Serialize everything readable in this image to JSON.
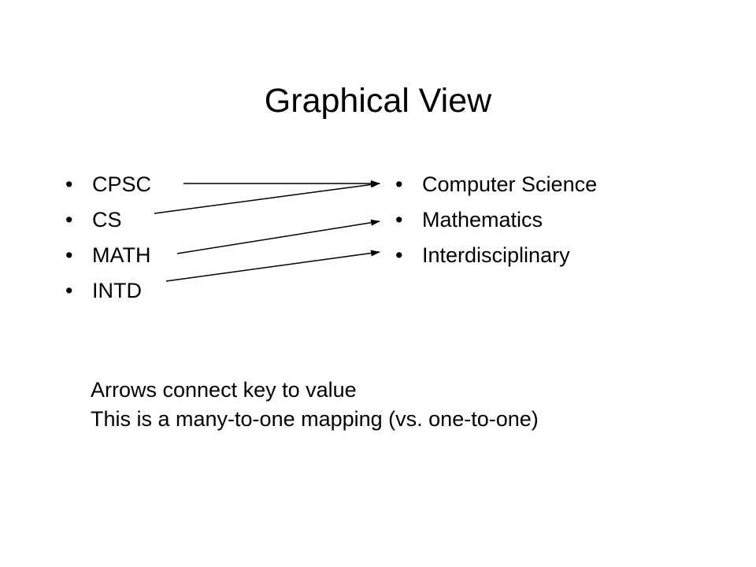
{
  "slide": {
    "title": "Graphical View",
    "bullet": "•",
    "keys": [
      "CPSC",
      "CS",
      "MATH",
      "INTD"
    ],
    "values": [
      "Computer Science",
      "Mathematics",
      "Interdisciplinary"
    ],
    "mapping": [
      {
        "from": "CPSC",
        "to": "Computer Science"
      },
      {
        "from": "CS",
        "to": "Computer Science"
      },
      {
        "from": "MATH",
        "to": "Mathematics"
      },
      {
        "from": "INTD",
        "to": "Interdisciplinary"
      }
    ],
    "note_line1": "Arrows connect key to value",
    "note_line2": "This is a many-to-one mapping (vs. one-to-one)"
  }
}
